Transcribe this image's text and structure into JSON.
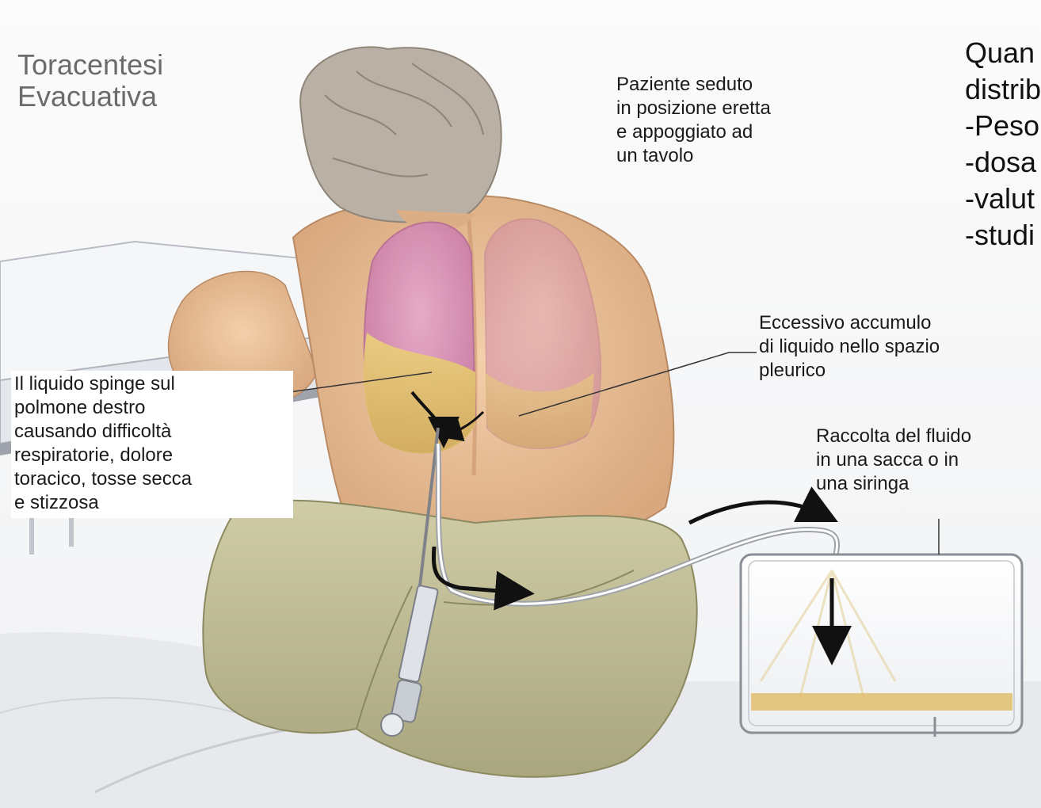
{
  "title": {
    "line1": "Toracentesi",
    "line2": "Evacuativa"
  },
  "labels": {
    "seated": "Paziente seduto\nin posizione eretta\ne appoggiato ad\nun tavolo",
    "accumulation": "Eccessivo accumulo\ndi liquido nello spazio\npleurico",
    "liquid_effect": "Il liquido spinge sul\npolmone destro\ncausando difficoltà\nrespiratorie, dolore\ntoracico, tosse secca\ne stizzosa",
    "collection": "Raccolta del fluido\nin una sacca o in\nuna siringa"
  },
  "side_text": [
    "Quan",
    "distrib",
    "-Peso",
    "-dosa",
    "-valut",
    "-studi"
  ],
  "colors": {
    "skin": "#e9bf98",
    "lung": "#d58fb8",
    "fluid": "#e3c46a",
    "pants": "#c6c39a",
    "sheet": "#eef0f3",
    "hair": "#b9b0a6"
  }
}
